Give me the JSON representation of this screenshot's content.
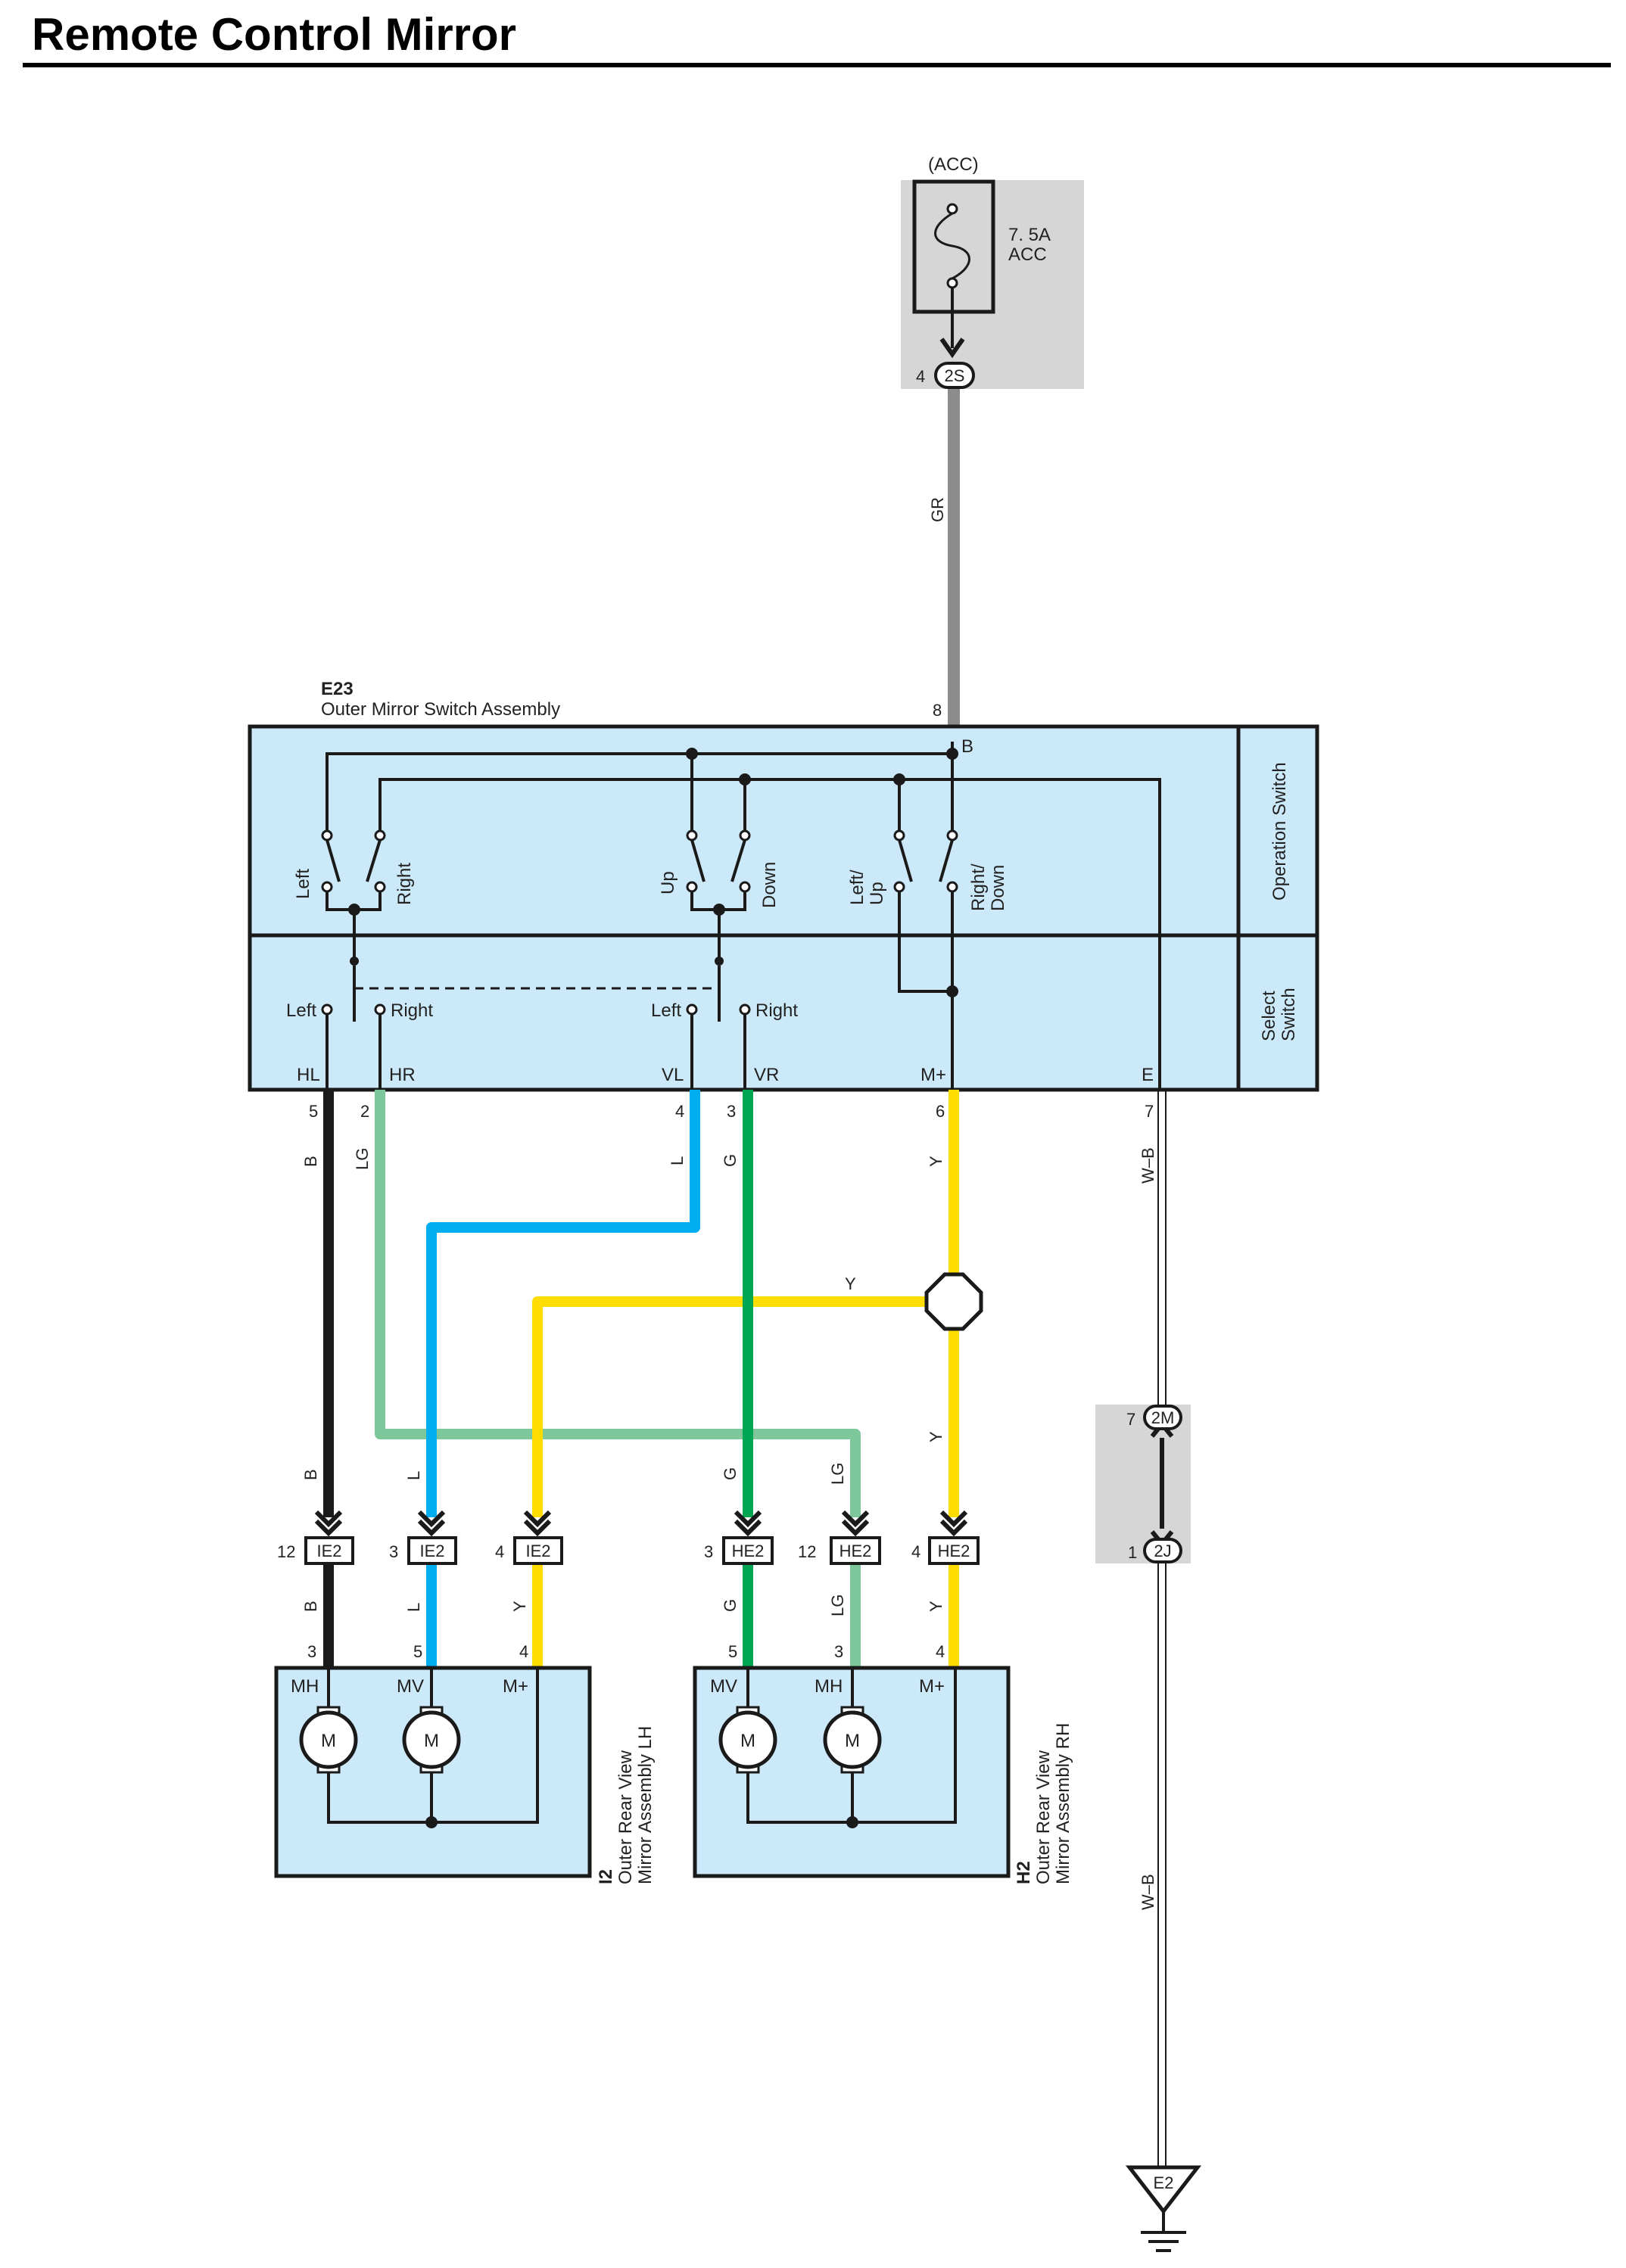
{
  "title": "Remote Control Mirror",
  "fuse": {
    "source": "(ACC)",
    "rating": "7. 5A",
    "name": "ACC"
  },
  "switch_assembly": {
    "code": "E23",
    "name": "Outer Mirror Switch Assembly",
    "operation_label": "Operation Switch",
    "select_label_1": "Select",
    "select_label_2": "Switch",
    "terminal_b": "B",
    "switch_labels": {
      "left": "Left",
      "right": "Right",
      "up": "Up",
      "down": "Down",
      "left_up_1": "Left/",
      "left_up_2": "Up",
      "right_down_1": "Right/",
      "right_down_2": "Down",
      "sel_left_1": "Left",
      "sel_right_1": "Right",
      "sel_left_2": "Left",
      "sel_right_2": "Right"
    },
    "terminals": {
      "hl": "HL",
      "hr": "HR",
      "vl": "VL",
      "vr": "VR",
      "mplus": "M+",
      "e": "E"
    }
  },
  "pins": {
    "p_b": "8",
    "p_hl": "5",
    "p_hr": "2",
    "p_vl": "4",
    "p_vr": "3",
    "p_m": "6",
    "p_e": "7",
    "p_2s": "4",
    "p_2m": "7",
    "p_2j": "1",
    "c1": "12",
    "c2": "3",
    "c3": "4",
    "c4": "3",
    "c5": "12",
    "c6": "4",
    "lh_mh": "3",
    "lh_mv": "5",
    "lh_mp": "4",
    "rh_mv": "5",
    "rh_mh": "3",
    "rh_mp": "4"
  },
  "connectors": {
    "c2s": "2S",
    "c2m": "2M",
    "c2j": "2J",
    "ie2_a": "IE2",
    "ie2_b": "IE2",
    "ie2_c": "IE2",
    "he2_a": "HE2",
    "he2_b": "HE2",
    "he2_c": "HE2"
  },
  "ground": "E2",
  "wire_colors": {
    "gr": "GR",
    "b1": "B",
    "b2": "B",
    "b3": "B",
    "lg1": "LG",
    "lg2": "LG",
    "lg3": "LG",
    "l1": "L",
    "l2": "L",
    "l3": "L",
    "g1": "G",
    "g2": "G",
    "g3": "G",
    "y1": "Y",
    "y2": "Y",
    "y3": "Y",
    "y4": "Y",
    "y5": "Y",
    "wb1": "W–B",
    "wb2": "W–B"
  },
  "mirror_lh": {
    "code": "I2",
    "line1": "Outer Rear View",
    "line2": "Mirror Assembly LH",
    "mh": "MH",
    "mv": "MV",
    "mp": "M+",
    "motor1": "M",
    "motor2": "M"
  },
  "mirror_rh": {
    "code": "H2",
    "line1": "Outer Rear View",
    "line2": "Mirror Assembly RH",
    "mv": "MV",
    "mh": "MH",
    "mp": "M+",
    "motor1": "M",
    "motor2": "M"
  },
  "colors": {
    "black": "#1a1a1a",
    "gray": "#8c8c8c",
    "light_green": "#7dc79b",
    "blue": "#00aeef",
    "green": "#00a651",
    "yellow": "#ffdd00",
    "box_fill": "#cce9f9",
    "shade": "#d6d6d6"
  }
}
